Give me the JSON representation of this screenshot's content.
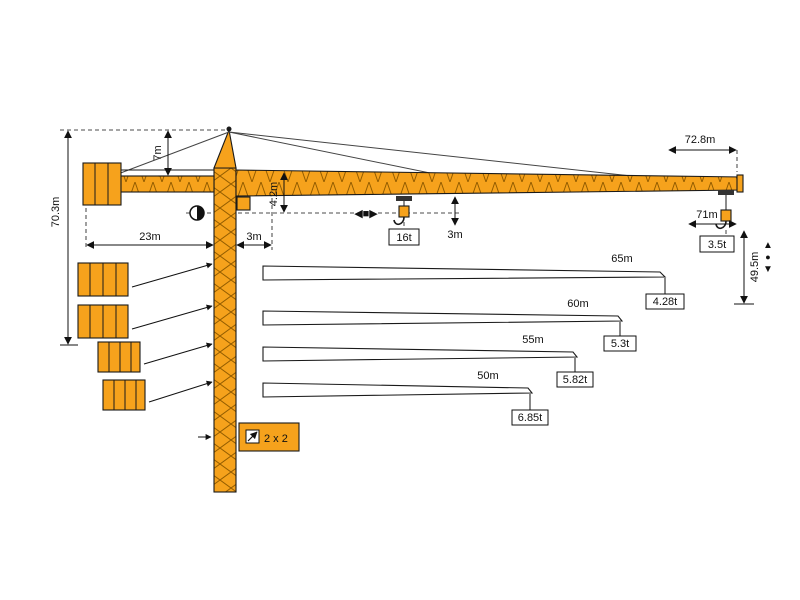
{
  "title": "tower-crane-dimension-diagram",
  "colors": {
    "crane": "#F6A21C",
    "lattice": "#935c00",
    "outline": "#1a1a1a",
    "callout_fill": "#F6A21C"
  },
  "labels": {
    "total_height": "70.3m",
    "tower_head_height": "7m",
    "counter_jib_length": "23m",
    "min_radius": "3m",
    "jib_depth": "4.2m",
    "max_capacity": "16t",
    "capacity_offset": "3m",
    "jib_length_max": "72.8m",
    "tip_radius": "71m",
    "tip_capacity": "3.5t",
    "hook_height": "49.5m",
    "mast_cross_section": "2 x 2"
  },
  "jib_variants": [
    {
      "length": "65m",
      "tip_load": "4.28t"
    },
    {
      "length": "60m",
      "tip_load": "5.3t"
    },
    {
      "length": "55m",
      "tip_load": "5.82t"
    },
    {
      "length": "50m",
      "tip_load": "6.85t"
    }
  ],
  "icons": {
    "trolley_travel": "◀■▶",
    "hoist_up": "▲",
    "hoist_center": "●",
    "hoist_down": "▼"
  }
}
